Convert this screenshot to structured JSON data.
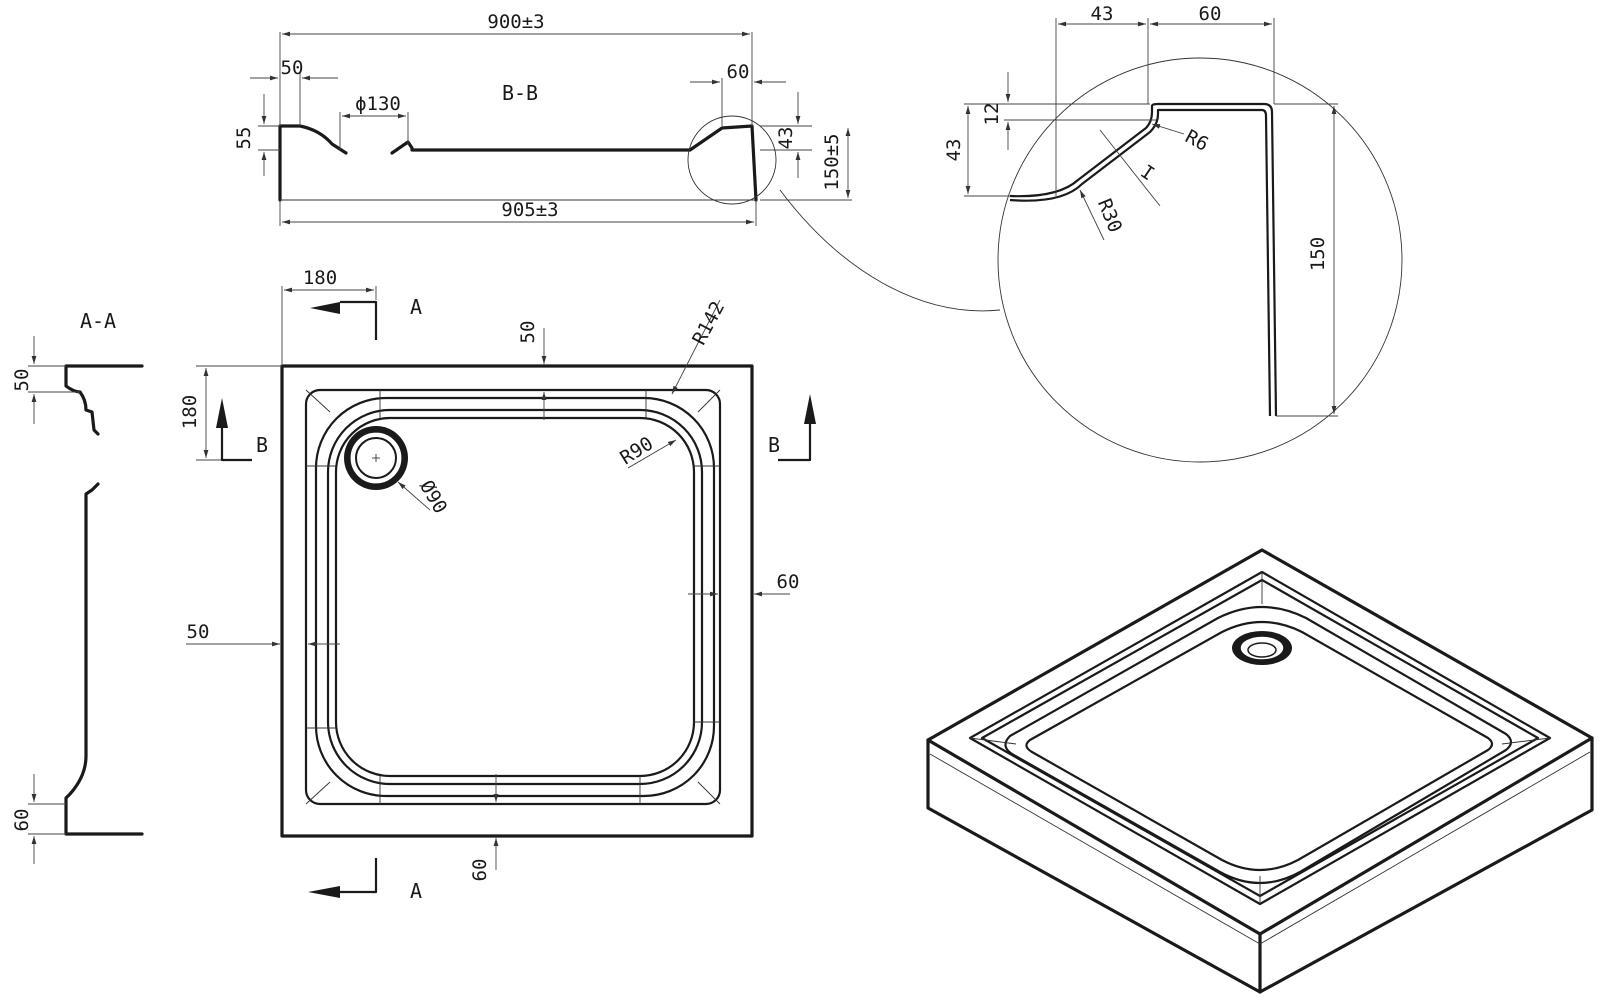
{
  "section_bb": {
    "title": "B-B",
    "dims": {
      "overall_top": "900±3",
      "overall_bottom": "905±3",
      "rim_left": "50",
      "rim_right": "60",
      "drain": "ϕ130",
      "height_left": "55",
      "height_right_inner": "43",
      "height_total": "150±5"
    }
  },
  "detail": {
    "dims": {
      "top_left": "43",
      "top_right": "60",
      "lip": "12",
      "slope_height": "43",
      "radius_small": "R6",
      "radius_large": "R30",
      "angle_mark": "I",
      "height": "150"
    }
  },
  "plan": {
    "dims": {
      "section_a_offset": "180",
      "section_b_offset": "180",
      "rim_top": "50",
      "corner_radius": "R142",
      "inner_radius": "R90",
      "drain_diameter": "Ø90",
      "rim_right": "60",
      "rim_left": "50",
      "rim_bottom": "60"
    },
    "section_marks": {
      "a_top": "A",
      "a_bottom": "A",
      "b_left": "B",
      "b_right": "B"
    }
  },
  "section_aa": {
    "title": "A-A",
    "dims": {
      "top": "50",
      "bottom": "60"
    }
  }
}
